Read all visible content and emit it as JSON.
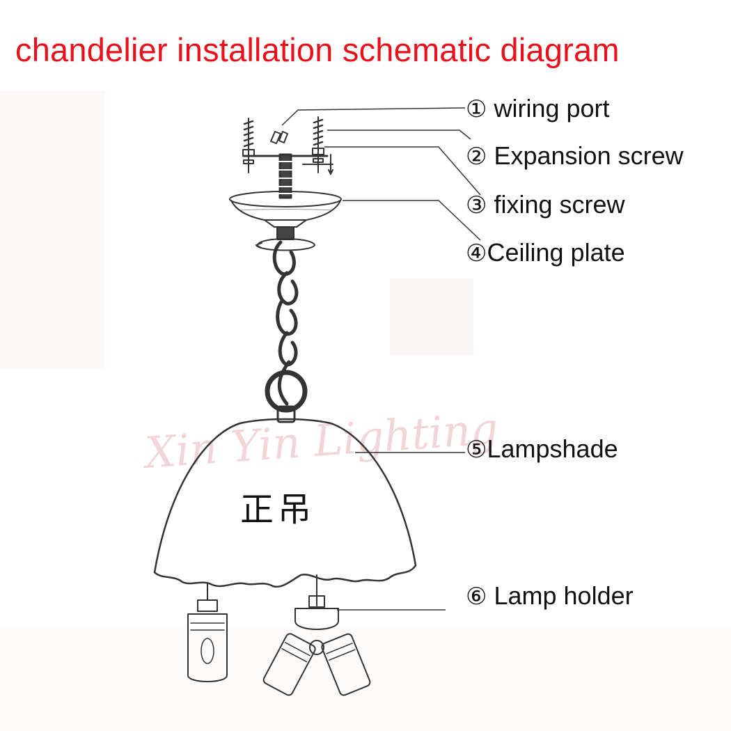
{
  "title": "chandelier installation schematic diagram",
  "title_color": "#e8101a",
  "callouts": [
    {
      "number": "①",
      "label": "wiring port"
    },
    {
      "number": "②",
      "label": "Expansion screw"
    },
    {
      "number": "③",
      "label": "fixing screw"
    },
    {
      "number": "④",
      "label": "Ceiling plate"
    },
    {
      "number": "⑤",
      "label": "Lampshade"
    },
    {
      "number": "⑥",
      "label": "Lamp holder"
    }
  ],
  "shade_label": "正吊",
  "watermark": "Xin Yin Lighting",
  "line_color": "#333333"
}
